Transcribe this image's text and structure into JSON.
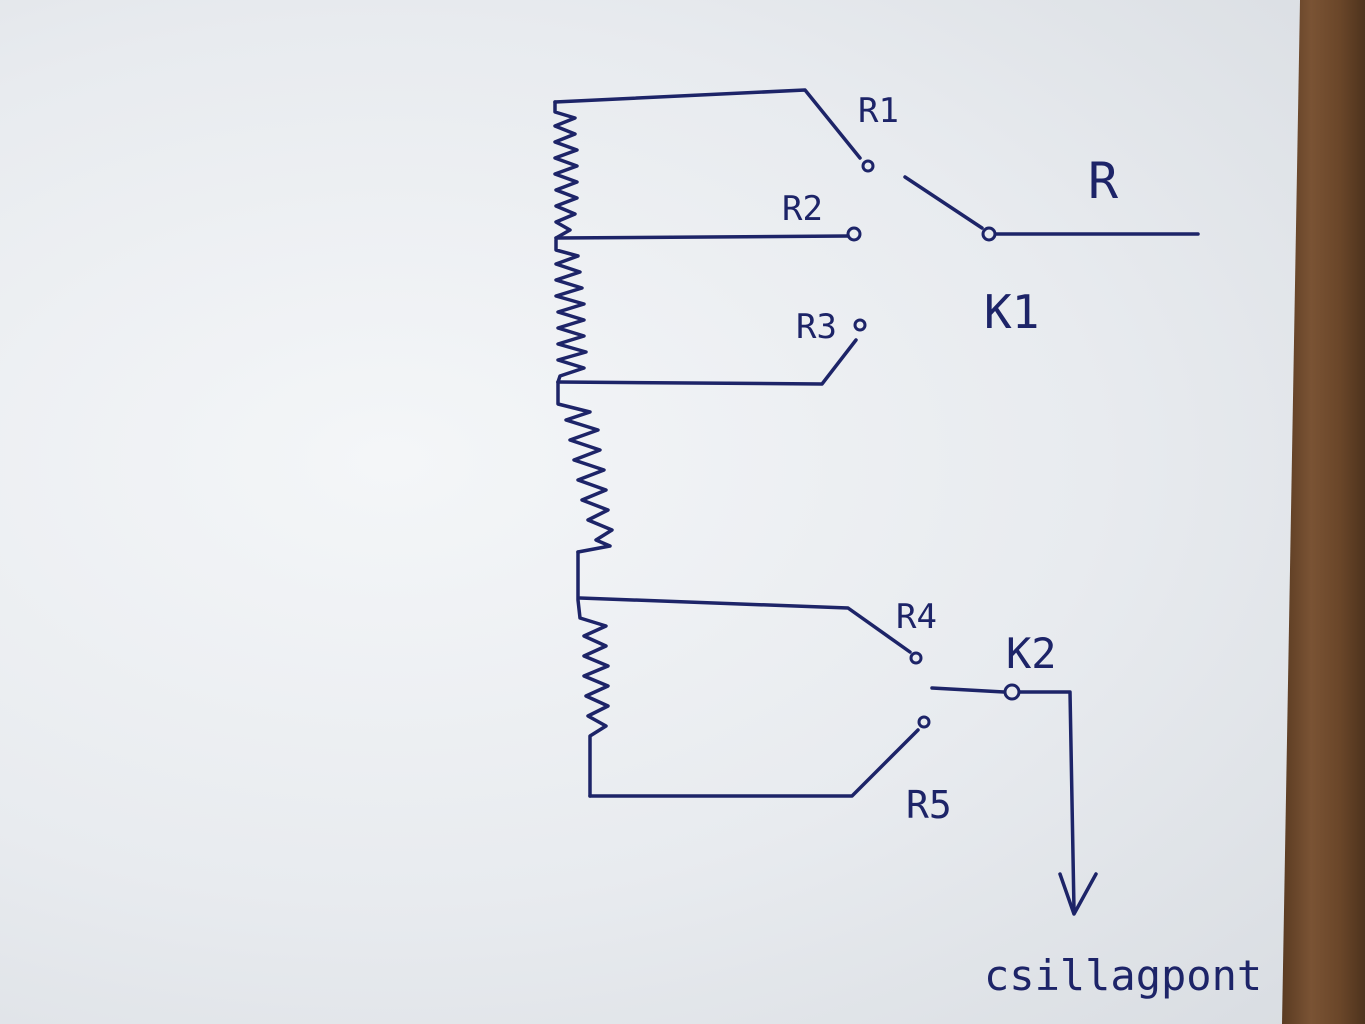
{
  "labels": {
    "r1": "R1",
    "r2": "R2",
    "r3": "R3",
    "r4": "R4",
    "r5": "R5",
    "r": "R",
    "k1": "K1",
    "k2": "K2",
    "output": "csillagpont"
  },
  "colors": {
    "ink": "#1d2468",
    "paper": "#eceff2",
    "wood": "#6b4a2e"
  }
}
